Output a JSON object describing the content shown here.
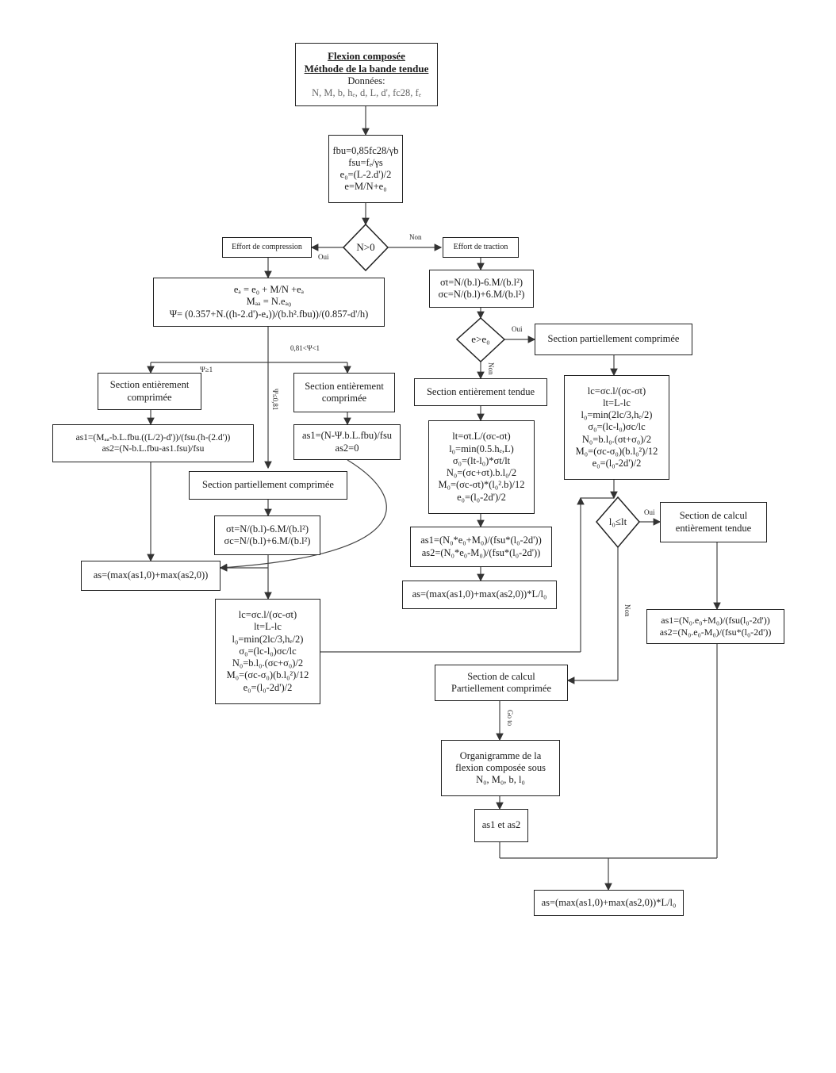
{
  "start": {
    "title1": "Flexion composée",
    "title2": "Méthode de la bande tendue",
    "data_label": "Données:",
    "data_vars": "N, M, b, hₑ, d, L, d', fc28, fₑ"
  },
  "init_calc": [
    "fbu=0,85fc28/γb",
    "fsu=fₑ/γs",
    "e₀=(L-2.d')/2",
    "e=M/N+e₀"
  ],
  "decision_n": {
    "text": "N>0",
    "yes": "Oui",
    "no": "Non"
  },
  "compression": {
    "label": "Effort de compression",
    "calc": [
      "eₐ = e₀ + M/N +eₐ",
      "Mₐₐ = N.eₐ₀",
      "Ψ= (0.357+N.((h-2.d')-eₐ))/(b.h².fbu))/(0.857-d'/h)"
    ],
    "psi_ge1": "Ψ≥1",
    "psi_range": "0,81<Ψ<1",
    "psi_le": "Ψ≤0,81",
    "sec_ent1": [
      "Section entièrement",
      "comprimée"
    ],
    "sec_ent1_calc": [
      "as1=(Mₐₐ-b.L.fbu.((L/2)-d'))/(fsu.(h-(2.d'))",
      "as2=(N-b.L.fbu-as1.fsu)/fsu"
    ],
    "sec_ent2": [
      "Section entièrement",
      "comprimée"
    ],
    "sec_ent2_calc": [
      "as1=(N-Ψ.b.L.fbu)/fsu",
      "as2=0"
    ],
    "sec_part": "Section partiellement comprimée",
    "sec_part_calc": [
      "σt=N/(b.l)-6.M/(b.l²)",
      "σc=N/(b.l)+6.M/(b.l²)"
    ],
    "as_result": "as=(max(as1,0)+max(as2,0))",
    "geom_calc": [
      "lc=σc.l/(σc-σt)",
      "lt=L-lc",
      "l₀=min(2lc/3,hₑ/2)",
      "σ₀=(lc-l₀)σc/lc",
      "N₀=b.l₀.(σc+σ₀)/2",
      "M₀=(σc-σ₀)(b.l₀²)/12",
      "e₀=(l₀-2d')/2"
    ]
  },
  "traction": {
    "label": "Effort de traction",
    "calc": [
      "σt=N/(b.l)-6.M/(b.l²)",
      "σc=N/(b.l)+6.M/(b.l²)"
    ],
    "decision": {
      "text": "e>e₀",
      "yes": "Oui",
      "no": "Non"
    },
    "sec_part": "Section partiellement comprimée",
    "sec_part_calc": [
      "lc=σc.l/(σc-σt)",
      "lt=L-lc",
      "l₀=min(2lc/3,hₑ/2)",
      "σ₀=(lc-l₀)σc/lc",
      "N₀=b.l₀.(σt+σ₀)/2",
      "M₀=(σc-σ₀)(b.l₀²)/12",
      "e₀=(l₀-2d')/2"
    ],
    "sec_ent": "Section entièrement tendue",
    "sec_ent_calc": [
      "lt=σt.L/(σc-σt)",
      "l₀=min(0.5.hₑ,L)",
      "σ₀=(lt-l₀)*σt/lt",
      "N₀=(σc+σt).b.l₀/2",
      "M₀=(σc-σt)*(l₀².b)/12",
      "e₀=(l₀-2d')/2"
    ],
    "sec_ent_as": [
      "as1=(N₀*e₀+M₀)/(fsu*(l₀-2d'))",
      "as2=(N₀*e₀-M₀)/(fsu*(l₀-2d'))"
    ],
    "sec_ent_result": "as=(max(as1,0)+max(as2,0))*L/l₀",
    "decision2": {
      "text": "l₀≤lt",
      "yes": "Oui",
      "no": "Non"
    },
    "calc_tendue": [
      "Section de calcul",
      "entièrement tendue"
    ],
    "calc_tendue_as": [
      "as1=(N₀.e₀+M₀)/(fsu(l₀-2d'))",
      "as2=(N₀.e₀-M₀)/(fsu*(l₀-2d'))"
    ],
    "calc_part": [
      "Section de calcul",
      "Partiellement comprimée"
    ],
    "goto": "Go to",
    "organigramme": [
      "Organigramme de la",
      "flexion composée sous",
      "N₀, M₀, b, l₀"
    ],
    "as_pair": "as1 et as2",
    "final": "as=(max(as1,0)+max(as2,0))*L/l₀"
  }
}
